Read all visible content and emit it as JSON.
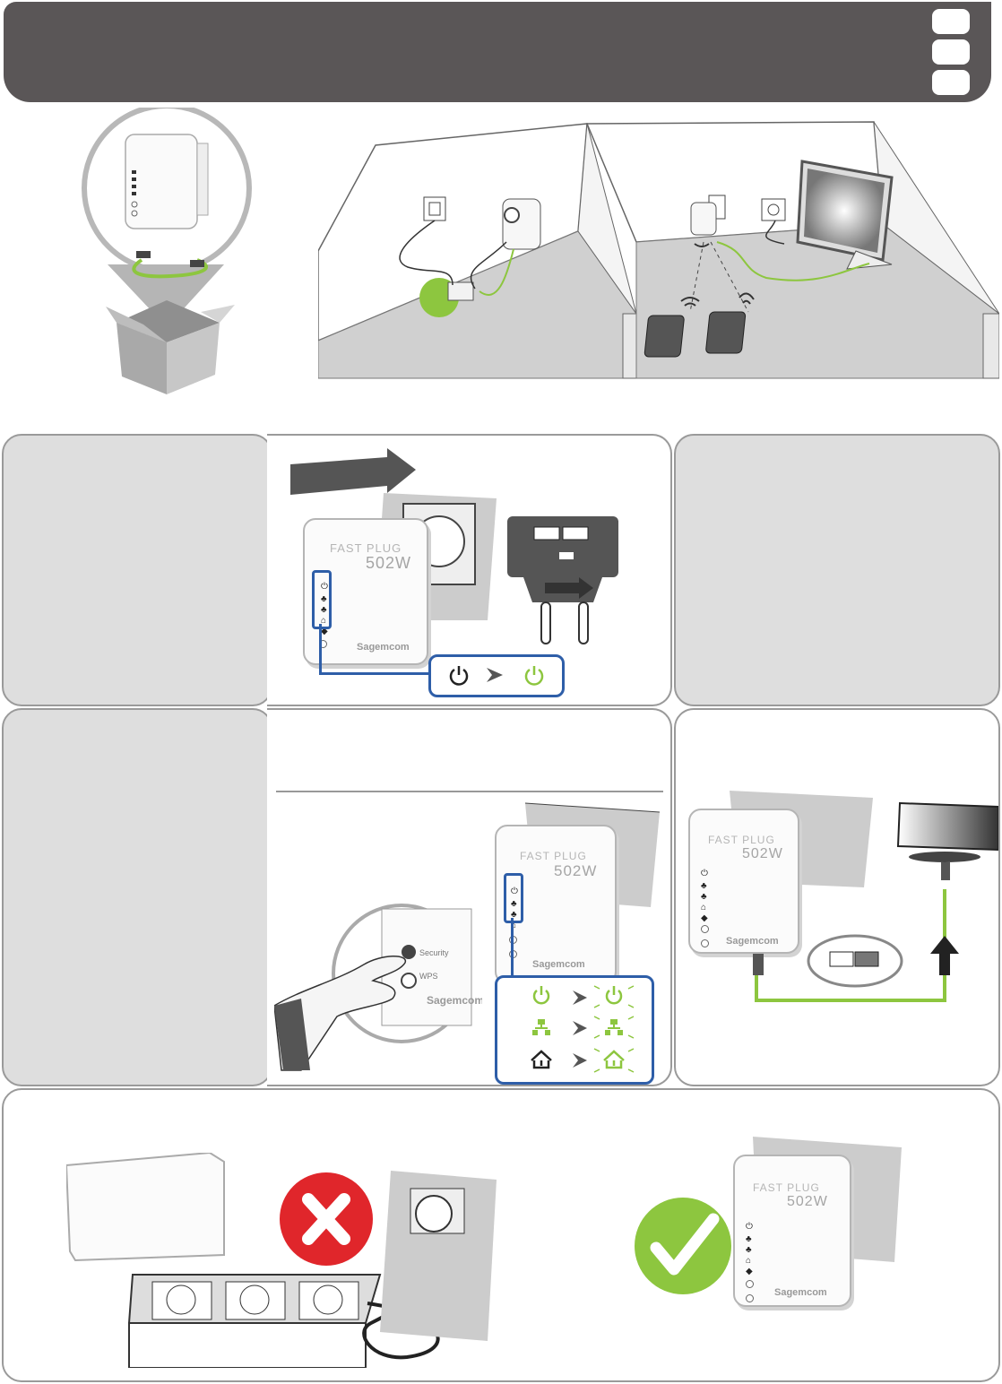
{
  "header": {
    "title": "",
    "language_tabs": [
      "",
      "",
      ""
    ]
  },
  "device": {
    "brand": "FAST PLUG",
    "model": "502W",
    "maker": "Sagemcom",
    "security_label": "Security",
    "wps_label": "WPS"
  },
  "colors": {
    "header_bg": "#5a5657",
    "panel_grey": "#dedede",
    "accent_green": "#8dc63f",
    "highlight_blue": "#2e5ea8",
    "cross_red": "#e0262b"
  },
  "icons": [
    "power-icon",
    "ethernet-icon",
    "powerline-icon",
    "wifi-icon",
    "arrow-right-icon",
    "cross-icon",
    "check-icon"
  ]
}
